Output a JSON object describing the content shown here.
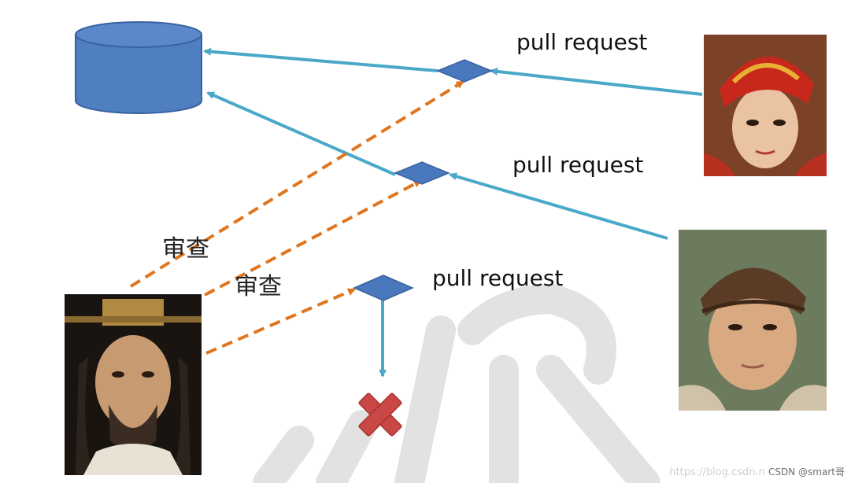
{
  "colors": {
    "repo_fill": "#4f7ec1",
    "repo_stroke": "#3a62a0",
    "diamond_fill": "#4a78bd",
    "solid_arrow": "#4aa8c8",
    "dashed_arrow": "#e0751f",
    "reject_mark": "#c94845",
    "background_glyph": "#e2e2e2"
  },
  "labels": {
    "pull_request_1": "pull request",
    "pull_request_2": "pull request",
    "pull_request_3": "pull request",
    "review_1": "审查",
    "review_2": "审查"
  },
  "icons": {
    "repository": "database-cylinder-icon",
    "reject": "red-x-icon",
    "merge_point": "diamond-icon"
  },
  "watermark": {
    "site": "https://blog.csdn.n",
    "brand": "CSDN @smart哥"
  },
  "background_glyph": "砾"
}
